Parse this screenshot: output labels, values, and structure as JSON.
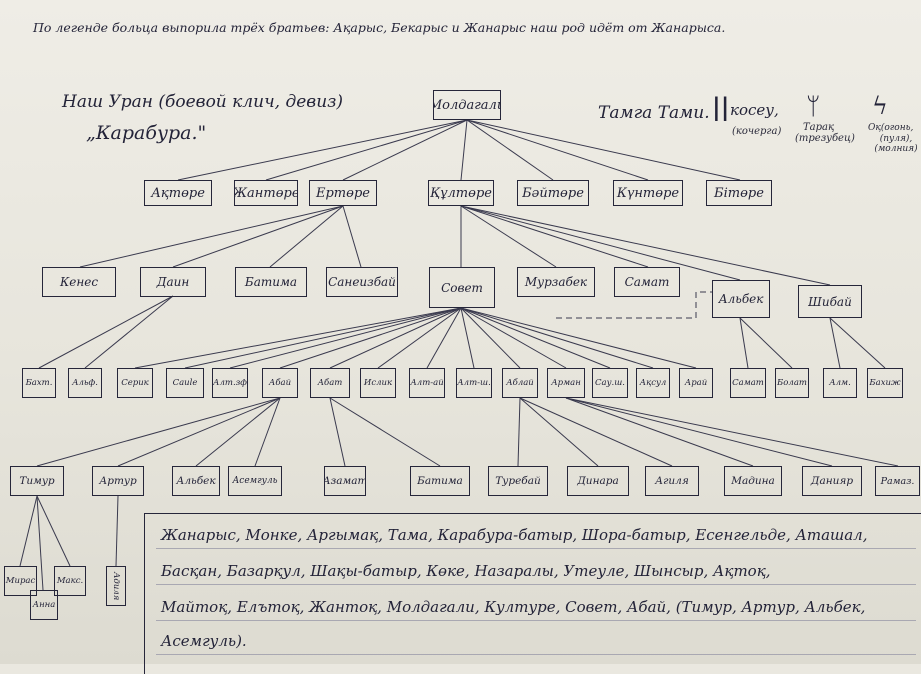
{
  "header_line": "По легенде больца выпорила трёх братьев: Ақарыс, Бекарыс и Жанарыс наш род идёт от Жанарыса.",
  "uran_line": "Наш Уран (боевой клич, девиз)",
  "uran_value": "„Карабура.\"",
  "tamga": {
    "label": "Тамга Тами.",
    "symbols": [
      {
        "glyph": "||",
        "name": "косеу,",
        "note": "(кочерга)"
      },
      {
        "glyph": "ᛘ",
        "name": "Тарақ",
        "note": "(трезубец)"
      },
      {
        "glyph": "ϟ",
        "name": "Оқ(огонь,",
        "note": "(пуля), (молния)"
      }
    ]
  },
  "tree": {
    "root": "Молдагали",
    "level1": [
      "Ақтөре",
      "Жантөре",
      "Ертөре",
      "Құлтөре",
      "Бәйтөре",
      "Күнтөре",
      "Бітөре"
    ],
    "level2": [
      "Кенес",
      "Даин",
      "Батима",
      "Санеизбай",
      "Совет",
      "Мурзабек",
      "Самат",
      "Альбек",
      "Шибай"
    ],
    "level3": [
      "Бахт.",
      "Альф.",
      "Серик",
      "Саule",
      "Алт.зф",
      "Абай",
      "Абат",
      "Ислик",
      "Алт-ай",
      "Алт-ш.",
      "Аблай",
      "Арман",
      "Сау.ш.",
      "Ақсул",
      "Арай",
      "Самат",
      "Болат",
      "Алм.",
      "Бахиж"
    ],
    "level4": [
      "Тимур",
      "Артур",
      "Альбек",
      "Асемгуль",
      "Азамат",
      "Батима",
      "Туребай",
      "Динара",
      "Агиля",
      "Мадина",
      "Данияр",
      "Рамаз."
    ],
    "level5": [
      "Мирас",
      "Анна",
      "Макс.",
      "Адиля"
    ]
  },
  "lineage_text": [
    "Жанарыс, Монке, Аргымақ, Тама, Карабура-батыр, Шора-батыр, Есенгельде, Аташал,",
    "Басқан, Базарқул, Шақы-батыр, Көке, Назаралы, Утеуле, Шынсыр, Ақтоқ,",
    "Майтоқ, Елътоқ, Жантоқ, Молдагали, Културе, Совет, Абай, (Тимур, Артур, Альбек,",
    "Асемгуль)."
  ]
}
